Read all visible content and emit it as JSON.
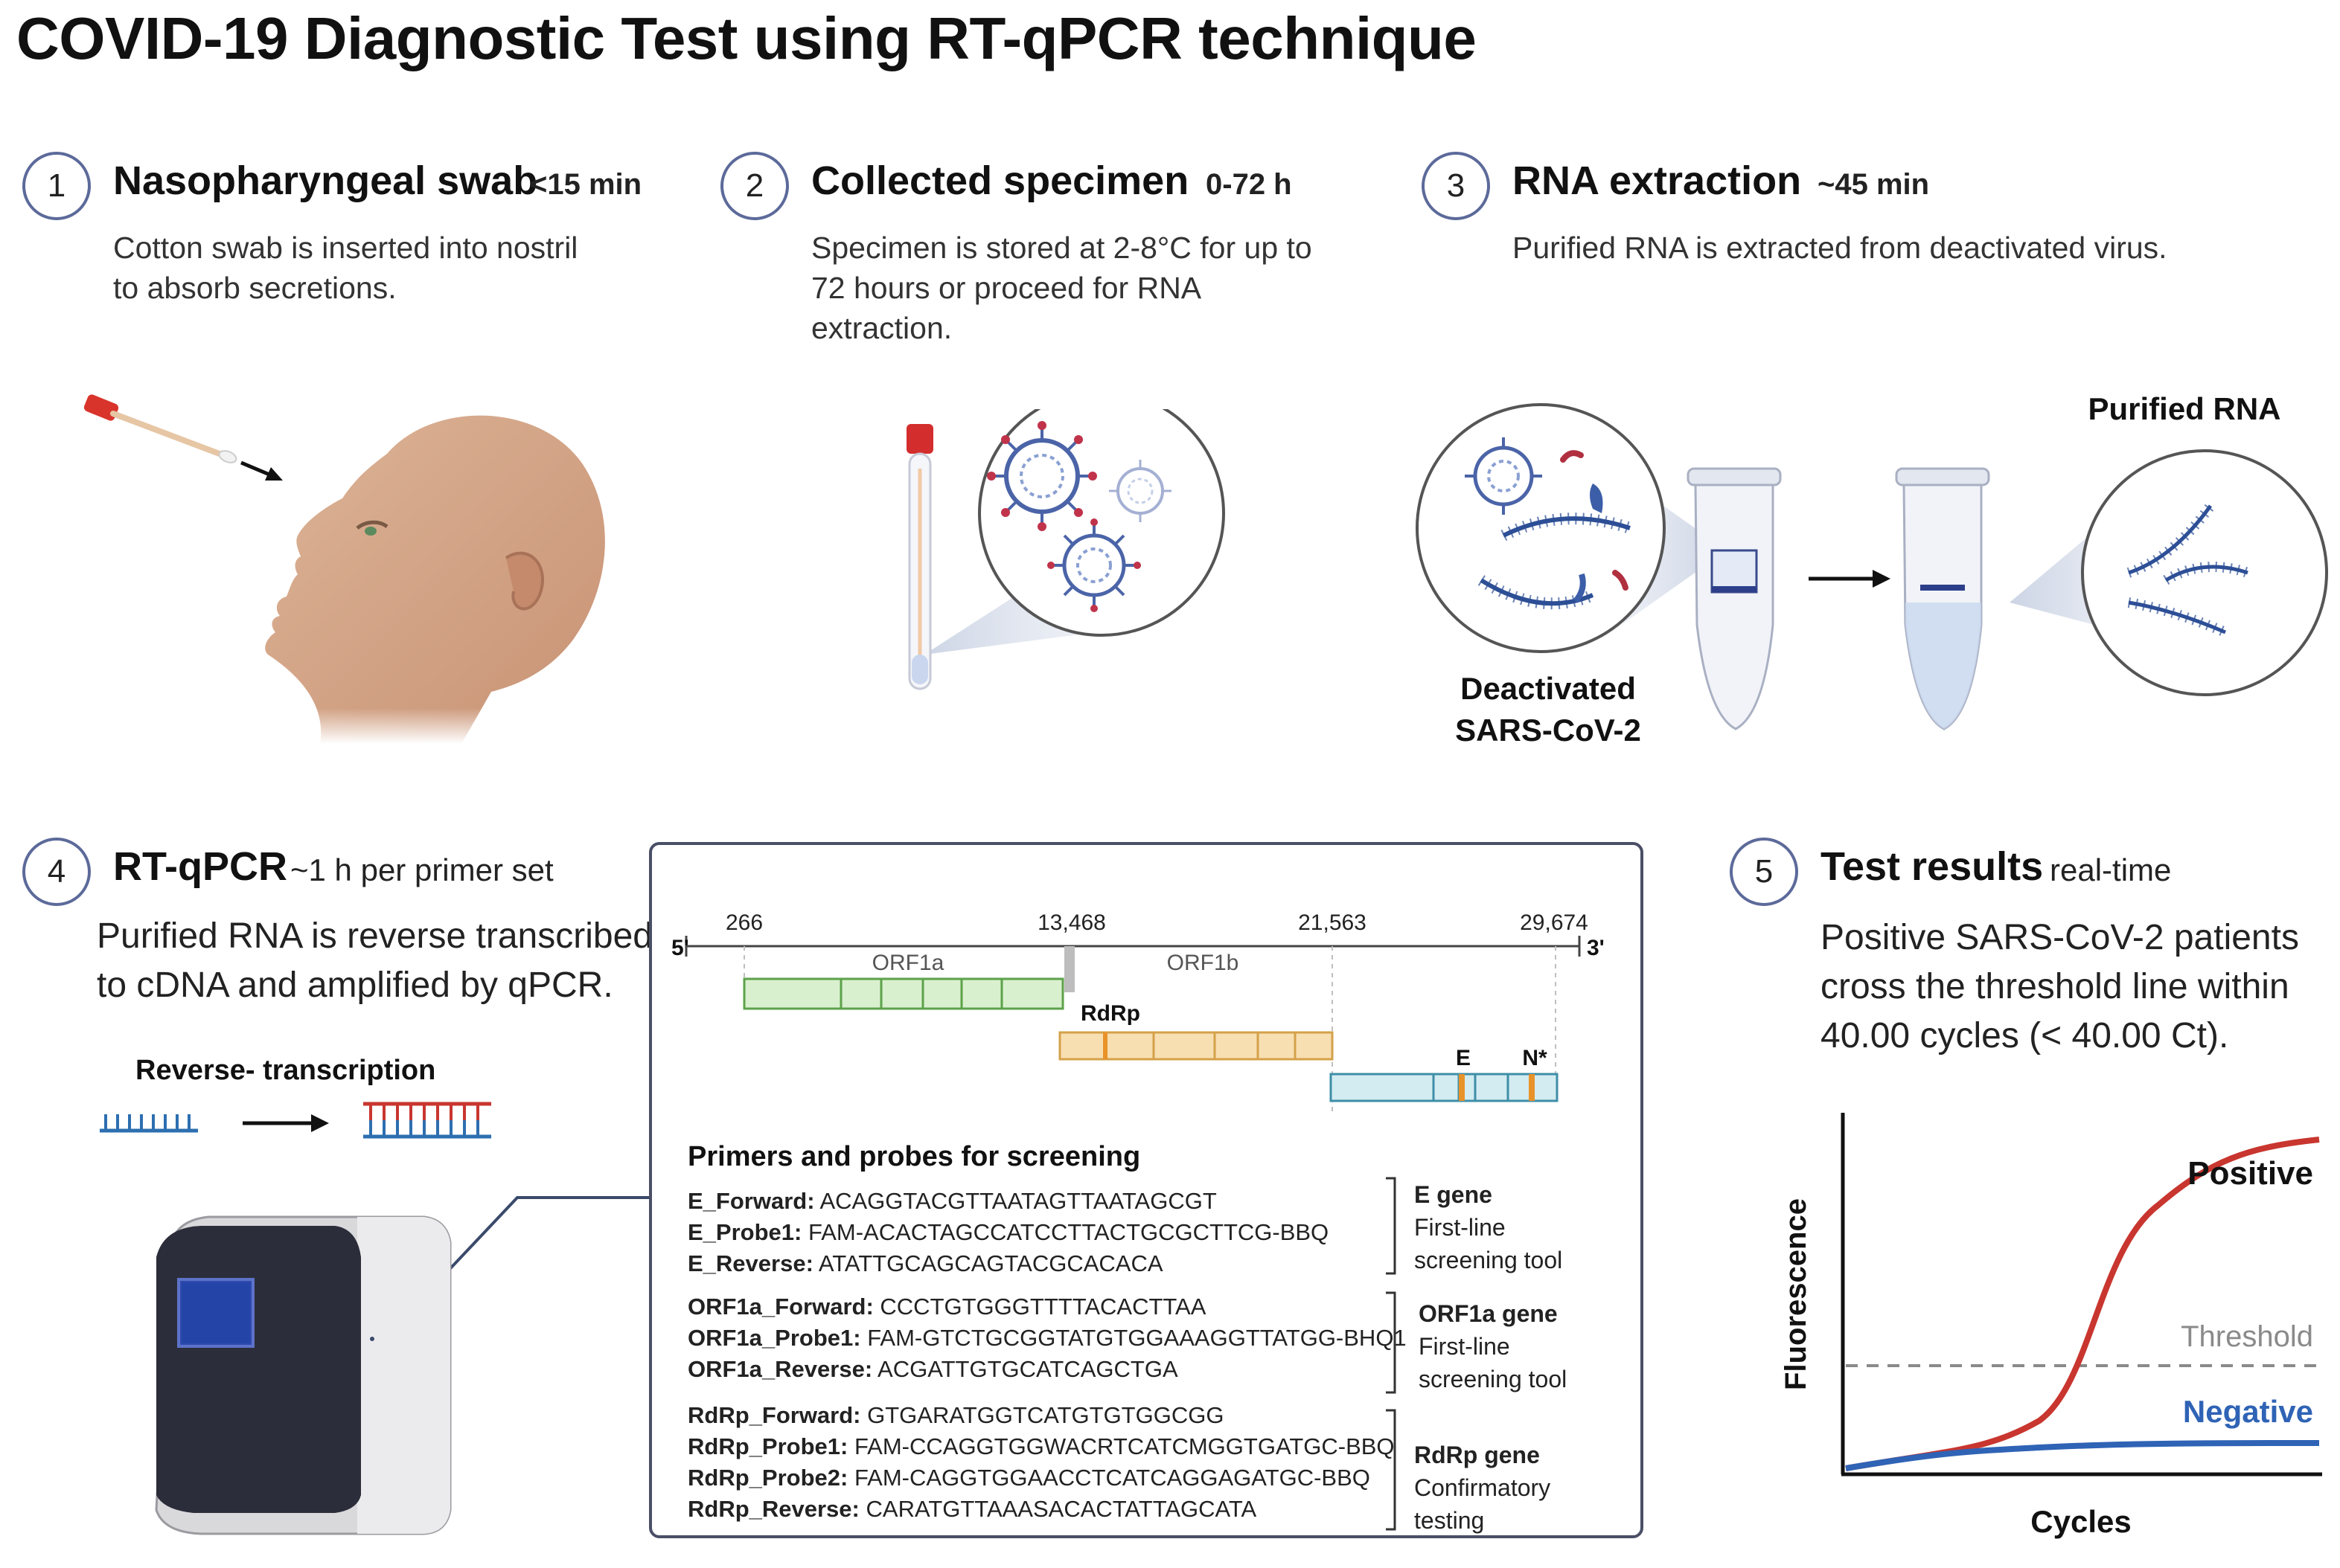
{
  "title": "COVID-19 Diagnostic Test using RT-qPCR technique",
  "steps": [
    {
      "num": "1",
      "title": "Nasopharyngeal swab",
      "time": "<15 min",
      "desc_lines": [
        "Cotton swab is inserted into nostril",
        "to absorb secretions."
      ]
    },
    {
      "num": "2",
      "title": "Collected specimen",
      "time": "0-72 h",
      "desc_lines": [
        "Specimen is stored at 2-8°C for up to",
        "72 hours or proceed for RNA",
        "extraction."
      ]
    },
    {
      "num": "3",
      "title": "RNA extraction",
      "time": "~45 min",
      "desc_lines": [
        "Purified RNA is extracted from deactivated virus."
      ],
      "label_purified": "Purified RNA",
      "label_deactivated": [
        "Deactivated",
        "SARS-CoV-2"
      ]
    },
    {
      "num": "4",
      "title": "RT-qPCR",
      "time": "~1 h per primer set",
      "desc_lines": [
        "Purified RNA is reverse transcribed",
        "to cDNA and amplified by qPCR."
      ],
      "rt_label": "Reverse- transcription"
    },
    {
      "num": "5",
      "title": "Test  results",
      "time": "real-time",
      "desc_lines": [
        "Positive SARS-CoV-2 patients",
        "cross the threshold line within",
        "40.00 cycles (< 40.00 Ct)."
      ]
    }
  ],
  "genome": {
    "five_prime": "5'",
    "three_prime": "3'",
    "positions": [
      "266",
      "13,468",
      "21,563",
      "29,674"
    ],
    "orf1a": "ORF1a",
    "orf1b": "ORF1b",
    "rdrp": "RdRp",
    "e": "E",
    "n": "N*"
  },
  "primers": {
    "heading": "Primers and probes for screening",
    "groups": [
      {
        "lines": [
          {
            "name": "E_Forward:",
            "seq": "ACAGGTACGTTAATAGTTAATAGCGT"
          },
          {
            "name": "E_Probe1:",
            "seq": "FAM-ACACTAGCCATCCTTACTGCGCTTCG-BBQ"
          },
          {
            "name": "E_Reverse:",
            "seq": "ATATTGCAGCAGTACGCACACA"
          }
        ],
        "gene": "E gene",
        "purpose": [
          "First-line",
          "screening tool"
        ]
      },
      {
        "lines": [
          {
            "name": "ORF1a_Forward:",
            "seq": "CCCTGTGGGTTTTACACTTAA"
          },
          {
            "name": "ORF1a_Probe1:",
            "seq": "FAM-GTCTGCGGTATGTGGAAAGGTTATGG-BHQ1"
          },
          {
            "name": "ORF1a_Reverse:",
            "seq": "ACGATTGTGCATCAGCTGA"
          }
        ],
        "gene": "ORF1a gene",
        "purpose": [
          "First-line",
          "screening tool"
        ]
      },
      {
        "lines": [
          {
            "name": "RdRp_Forward:",
            "seq": "GTGARATGGTCATGTGTGGCGG"
          },
          {
            "name": "RdRp_Probe1:",
            "seq": "FAM-CCAGGTGGWACRTCATCMGGTGATGC-BBQ"
          },
          {
            "name": "RdRp_Probe2:",
            "seq": "FAM-CAGGTGGAACCTCATCAGGAGATGC-BBQ"
          },
          {
            "name": "RdRp_Reverse:",
            "seq": "CARATGTTAAASACACTATTAGCATA"
          }
        ],
        "gene": "RdRp gene",
        "purpose": [
          "Confirmatory",
          "testing"
        ]
      }
    ]
  },
  "results_chart": {
    "ylabel": "Fluorescence",
    "xlabel": "Cycles",
    "threshold_label": "Threshold",
    "positive_label": "Positive",
    "negative_label": "Negative",
    "colors": {
      "positive": "#c8362f",
      "negative": "#2f63b5",
      "threshold": "#8a8a8a"
    }
  },
  "colors": {
    "circle_border": "#5c6a9a",
    "orf1a_fill": "#d9f0cf",
    "orf1a_stroke": "#5da24a",
    "orf1b_fill": "#f7dfb2",
    "orf1b_stroke": "#d4a14a",
    "tail_fill": "#d3ecf2",
    "tail_stroke": "#3f8ea7",
    "marker": "#e8922a"
  }
}
